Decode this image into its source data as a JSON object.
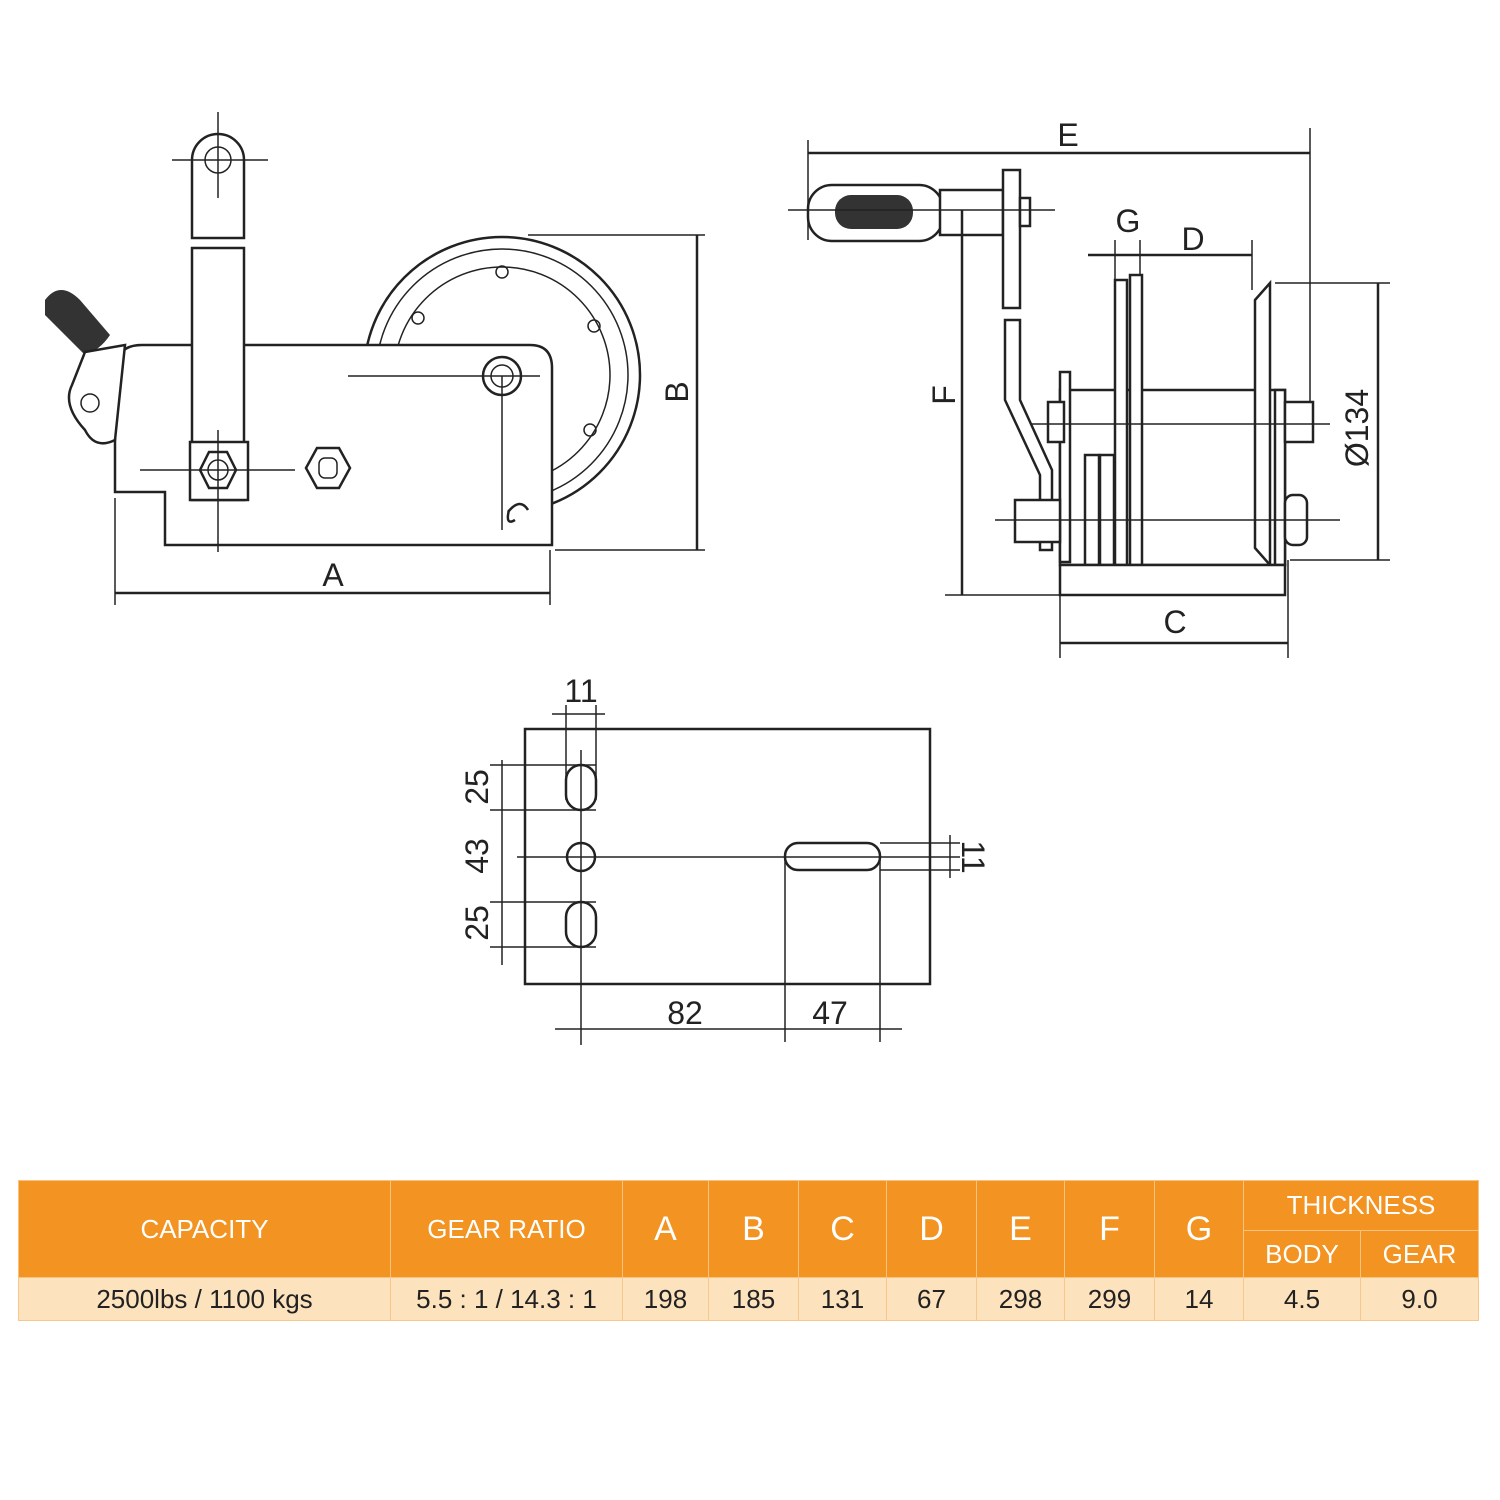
{
  "drawing_labels": {
    "side_view": {
      "A": "A",
      "B": "B"
    },
    "front_view": {
      "E": "E",
      "F": "F",
      "G": "G",
      "D": "D",
      "C": "C",
      "drum_diameter": "Ø134"
    },
    "base_plate": {
      "hole_width": "11",
      "spacing_top": "25",
      "spacing_mid": "43",
      "spacing_bottom": "25",
      "slot_width": "11",
      "offset_82": "82",
      "slot_length": "47"
    }
  },
  "table": {
    "headers": {
      "capacity": "CAPACITY",
      "gear_ratio": "GEAR RATIO",
      "A": "A",
      "B": "B",
      "C": "C",
      "D": "D",
      "E": "E",
      "F": "F",
      "G": "G",
      "thickness": "THICKNESS",
      "body": "BODY",
      "gear": "GEAR"
    },
    "row": {
      "capacity": "2500lbs / 1100 kgs",
      "gear_ratio": "5.5 : 1 / 14.3 : 1",
      "A": "198",
      "B": "185",
      "C": "131",
      "D": "67",
      "E": "298",
      "F": "299",
      "G": "14",
      "body": "4.5",
      "gear": "9.0"
    },
    "colors": {
      "header": "#f39322",
      "row": "#fde3bd"
    }
  }
}
